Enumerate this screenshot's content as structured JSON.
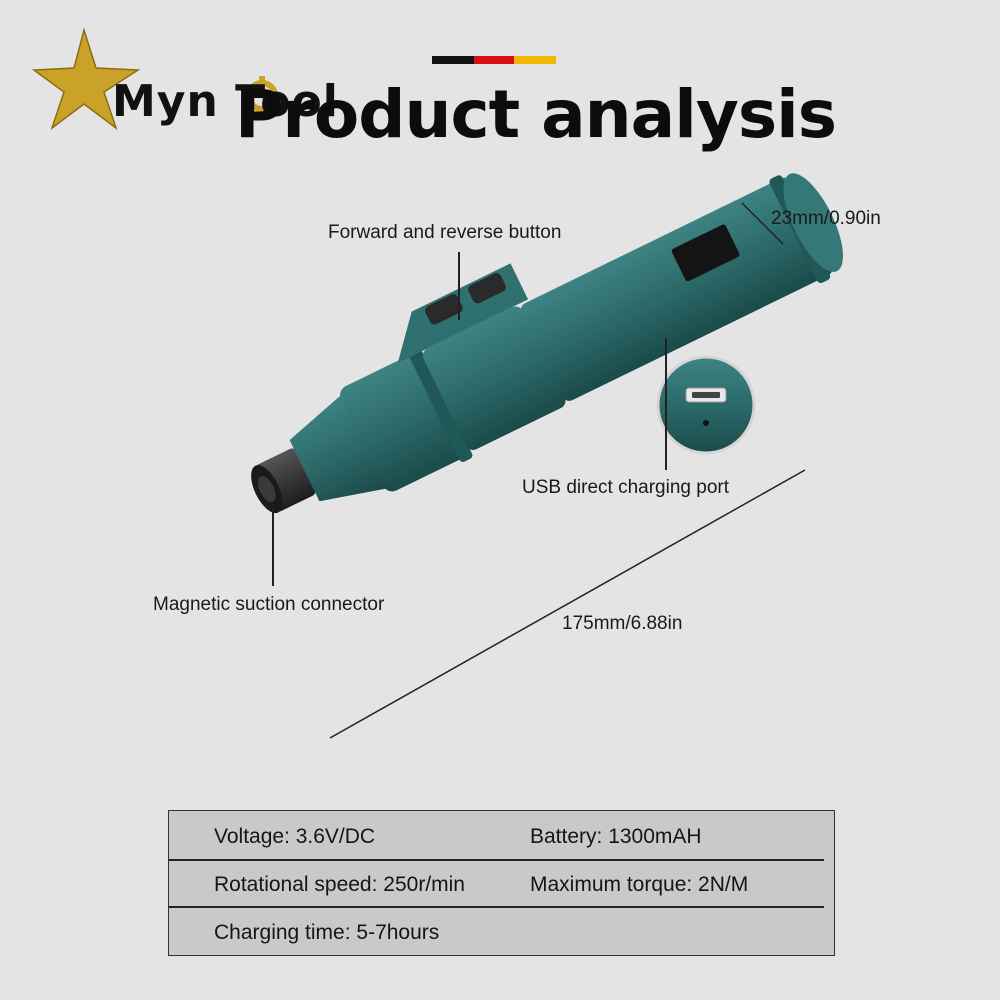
{
  "brand": {
    "name": "Myn Tool",
    "logo_icon": "star-wrench-gear-logo",
    "accent": "#c9a227"
  },
  "header": {
    "title": "Product analysis",
    "flag_colors": [
      "#111111",
      "#d80f0f",
      "#f2b705"
    ]
  },
  "product": {
    "color": "#2c6a6a",
    "callouts": {
      "button": "Forward and reverse button",
      "usb": "USB direct charging port",
      "connector": "Magnetic suction connector"
    },
    "dimensions": {
      "diameter": "23mm/0.90in",
      "length": "175mm/6.88in"
    }
  },
  "specs": {
    "voltage": "Voltage: 3.6V/DC",
    "battery": "Battery: 1300mAH",
    "speed": "Rotational speed: 250r/min",
    "torque": "Maximum torque: 2N/M",
    "charging": "Charging time: 5-7hours"
  }
}
